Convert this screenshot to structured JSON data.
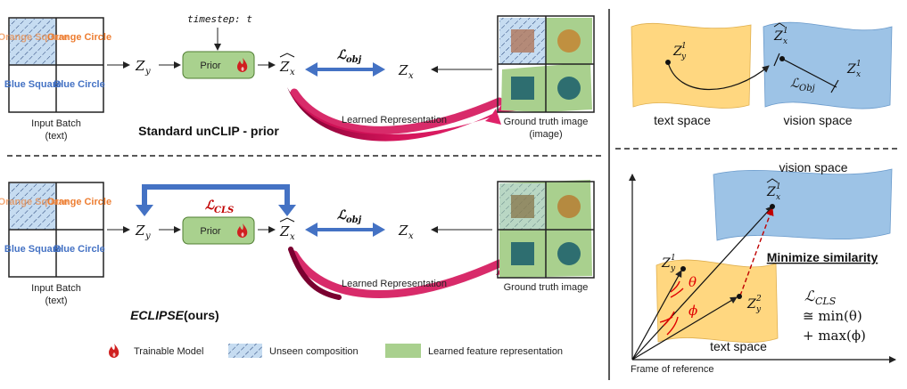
{
  "batch": {
    "cells": [
      "Orange Square",
      "Orange Circle",
      "Blue Square",
      "Blue Circle"
    ],
    "caption_line1": "Input Batch",
    "caption_line2": "(text)"
  },
  "top": {
    "timestep": "timestep: t",
    "zy": "Z",
    "zy_sub": "y",
    "prior": "Prior",
    "zx_hat": "Z",
    "zx_sub": "x",
    "loss": "ℒ",
    "loss_sub": "obj",
    "zx": "Z",
    "learned": "Learned Representation",
    "gt_line1": "Ground truth image",
    "gt_line2": "(image)",
    "title": "Standard unCLIP - prior"
  },
  "bottom": {
    "cls": "ℒ",
    "cls_sub": "CLS",
    "learned": "Learned Representation",
    "gt": "Ground truth image",
    "title": "ECLIPSE",
    "title_suffix": " (ours)"
  },
  "legend": {
    "trainable": "Trainable Model",
    "unseen": "Unseen composition",
    "feature": "Learned feature representation"
  },
  "right_top": {
    "z1y": "Z",
    "z1y_sub": "y",
    "z1y_sup": "1",
    "z1x_hat": "Z",
    "z1x_sub": "x",
    "z1x_sup": "1",
    "loss": "ℒ",
    "loss_sub": "Obj",
    "z1x": "Z",
    "text_space": "text space",
    "vision_space": "vision space"
  },
  "right_bottom": {
    "vision_space": "vision space",
    "minimize": "Minimize similarity",
    "theta": "θ",
    "phi": "ϕ",
    "z2y_sup": "2",
    "cls_line1": "ℒ",
    "cls_line1_sub": "CLS",
    "cls_line2": "≅ min(θ)",
    "cls_line3": "+ max(ϕ)",
    "text_space": "text space",
    "frame": "Frame of reference"
  },
  "colors": {
    "orange": "#ed7d31",
    "blue": "#4472c4",
    "light_blue": "#bdd7ee",
    "light_green": "#a9d08e",
    "prior_green": "#a9d18e",
    "arrow_blue": "#4472c4",
    "arrow_red": "#c0004a",
    "flame": "#d02020",
    "text_space": "#ffd780",
    "vision_space": "#9dc3e6",
    "theta_red": "#e00000"
  }
}
